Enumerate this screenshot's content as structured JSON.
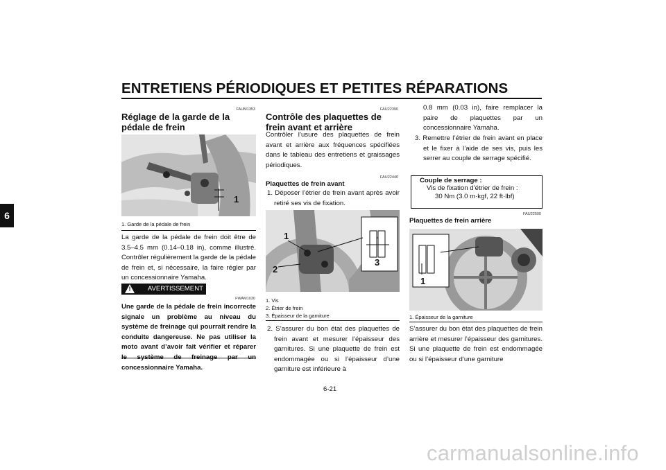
{
  "header": {
    "title": "ENTRETIENS PÉRIODIQUES ET PETITES RÉPARATIONS",
    "chapter": "6"
  },
  "col1": {
    "code1": "FAUM1353",
    "heading": "Réglage de la garde de la pédale de frein",
    "fig_label": "1",
    "caption": "1. Garde de la pédale de frein",
    "body": "La garde de la pédale de frein doit être de 3.5–4.5 mm (0.14–0.18 in), comme illustré. Contrôler régulièrement la garde de la pédale de frein et, si nécessaire, la faire régler par un concessionnaire Yamaha.",
    "warning_label": "AVERTISSEMENT",
    "code2": "FWAM1030",
    "warning_text": "Une garde de la pédale de frein incorrecte signale un problème au niveau du système de freinage qui pourrait rendre la conduite dangereuse. Ne pas utiliser la moto avant d’avoir fait vérifier et réparer le système de freinage par un concessionnaire Yamaha."
  },
  "col2": {
    "code1": "FAU22390",
    "heading": "Contrôle des plaquettes de frein avant et arrière",
    "intro": "Contrôler l’usure des plaquettes de frein avant et arrière aux fréquences spécifiées dans le tableau des entretiens et graissages périodiques.",
    "code2": "FAU22440",
    "subheading": "Plaquettes de frein avant",
    "step1": "1. Déposer l’étrier de frein avant après avoir retiré ses vis de fixation.",
    "fig_labels": [
      "1",
      "2",
      "3"
    ],
    "captions": [
      "1. Vis",
      "2. Étrier de frein",
      "3. Épaisseur de la garniture"
    ],
    "step2": "2. S’assurer du bon état des plaquettes de frein avant et mesurer l’épaisseur des garnitures. Si une plaquette de frein est endommagée ou si l’épaisseur d’une garniture est inférieure à"
  },
  "col3": {
    "cont": "0.8 mm (0.03 in), faire remplacer la paire de plaquettes par un concessionnaire Yamaha.",
    "step3": "3. Remettre l’étrier de frein avant en place et le fixer à l’aide de ses vis, puis les serrer au couple de serrage spécifié.",
    "torque_title": "Couple de serrage :",
    "torque_line1": "Vis de fixation d’étrier de frein :",
    "torque_line2": "30 Nm (3.0 m·kgf, 22 ft·lbf)",
    "code": "FAU22500",
    "subheading": "Plaquettes de frein arrière",
    "fig_label": "1",
    "caption": "1. Épaisseur de la garniture",
    "body": "S’assurer du bon état des plaquettes de frein arrière et mesurer l’épaisseur des garnitures. Si une plaquette de frein est endommagée ou si l’épaisseur d’une garniture"
  },
  "footer": {
    "page": "6-21",
    "watermark": "carmanualsonline.info"
  }
}
